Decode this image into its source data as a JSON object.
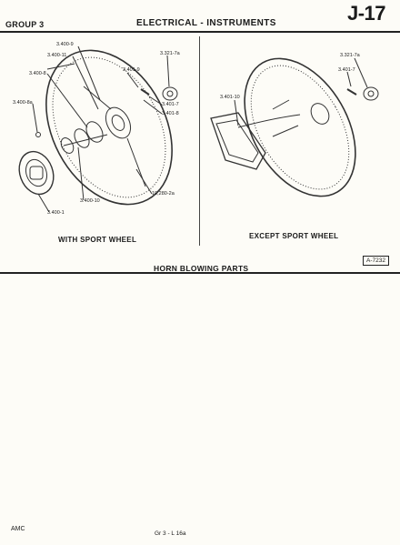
{
  "header": {
    "group": "GROUP 3",
    "section": "ELECTRICAL - INSTRUMENTS",
    "page_code": "J-17"
  },
  "figure": {
    "title": "HORN BLOWING PARTS",
    "ref": "A-7232",
    "left_caption": "WITH SPORT WHEEL",
    "right_caption": "EXCEPT SPORT WHEEL",
    "left_parts": {
      "p1": "3.400-9",
      "p2": "3.400-11",
      "p3": "3.400-8",
      "p4": "3.400-8a",
      "p5": "3.401-9",
      "p6": "3.321-7a",
      "p7": "3.401-7",
      "p8": "3.401-8",
      "p9": "3.400-10",
      "p10": "10,280-2a",
      "p11": "3.400-1"
    },
    "right_parts": {
      "p1": "3.321-7a",
      "p2": "3.401-7",
      "p3": "3.401-10"
    }
  },
  "footer": {
    "left": "AMC",
    "center": "Gr 3 - L 16a"
  }
}
